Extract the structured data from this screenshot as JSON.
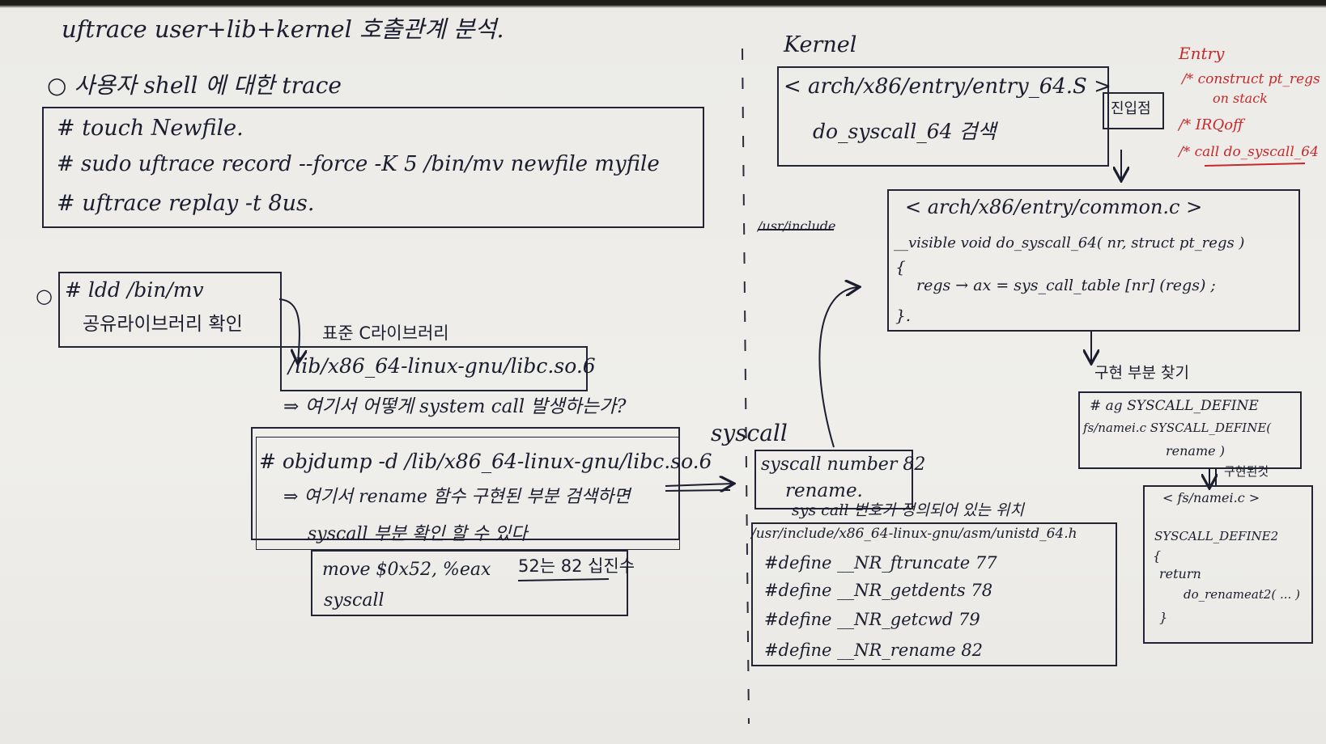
{
  "title": "uftrace  user+lib+kernel 호출관계 분석.",
  "left": {
    "section1_heading": "○  사용자 shell 에 대한  trace",
    "commands": [
      "# touch  Newfile.",
      "# sudo  uftrace  record --force -K 5  /bin/mv  newfile  myfile",
      "# uftrace  replay  -t 8us."
    ],
    "ldd_bullet": "○",
    "ldd_cmd": "# ldd  /bin/mv",
    "ldd_note": "공유라이브러리  확인",
    "libc_label": "표준 C라이브러리",
    "libc_path": "/lib/x86_64-linux-gnu/libc.so.6",
    "question": "⇒ 여기서  어떻게  system  call  발생하는가?",
    "objdump_cmd": "# objdump  -d  /lib/x86_64-linux-gnu/libc.so.6",
    "objdump_note1": "⇒ 여기서  rename  함수  구현된  부분 검색하면",
    "objdump_note2": "syscall 부분 확인  할 수 있다",
    "asm_line1": "move   $0x52, %eax",
    "asm_note": "52는 82 십진수",
    "asm_line2": "syscall"
  },
  "middle": {
    "syscall_label": "syscall",
    "syscall_number": "syscall number 82",
    "rename": "rename.",
    "usr_include_struck": "/usr/include",
    "defined_where": "sys call 번호가  정의되어 있는 위치",
    "unistd_path": "/usr/include/x86_64-linux-gnu/asm/unistd_64.h",
    "defines": [
      "#define  __NR_ftruncate  77",
      "#define  __NR_getdents  78",
      "#define  __NR_getcwd  79",
      "#define  __NR_rename  82"
    ]
  },
  "right": {
    "kernel_label": "Kernel",
    "entry_path": "< arch/x86/entry/entry_64.S >",
    "entry_search": "do_syscall_64 검색",
    "tag_label": "진입점",
    "notes_entry": "Entry",
    "notes": [
      "/* construct  pt_regs",
      "on stack",
      "/* IRQoff",
      "/* call  do_syscall_64"
    ],
    "common_path": "< arch/x86/entry/common.c >",
    "common_lines": [
      "__visible  void  do_syscall_64( nr,  struct  pt_regs )",
      "{",
      "regs → ax = sys_call_table [nr]  (regs) ;",
      "}."
    ],
    "impl_find": "구현 부분 찾기",
    "ag_line1": "# ag  SYSCALL_DEFINE",
    "ag_line2": "fs/namei.c  SYSCALL_DEFINE(",
    "ag_line3": "rename )",
    "impl_label": "구현된것",
    "namei_title": "< fs/namei.c >",
    "namei_lines": [
      "SYSCALL_DEFINE2",
      "{",
      "return",
      "do_renameat2( ... )",
      "}"
    ]
  },
  "colors": {
    "ink": "#1b1d2e",
    "red_ink": "#c8282b",
    "paper": "#efeeea"
  }
}
